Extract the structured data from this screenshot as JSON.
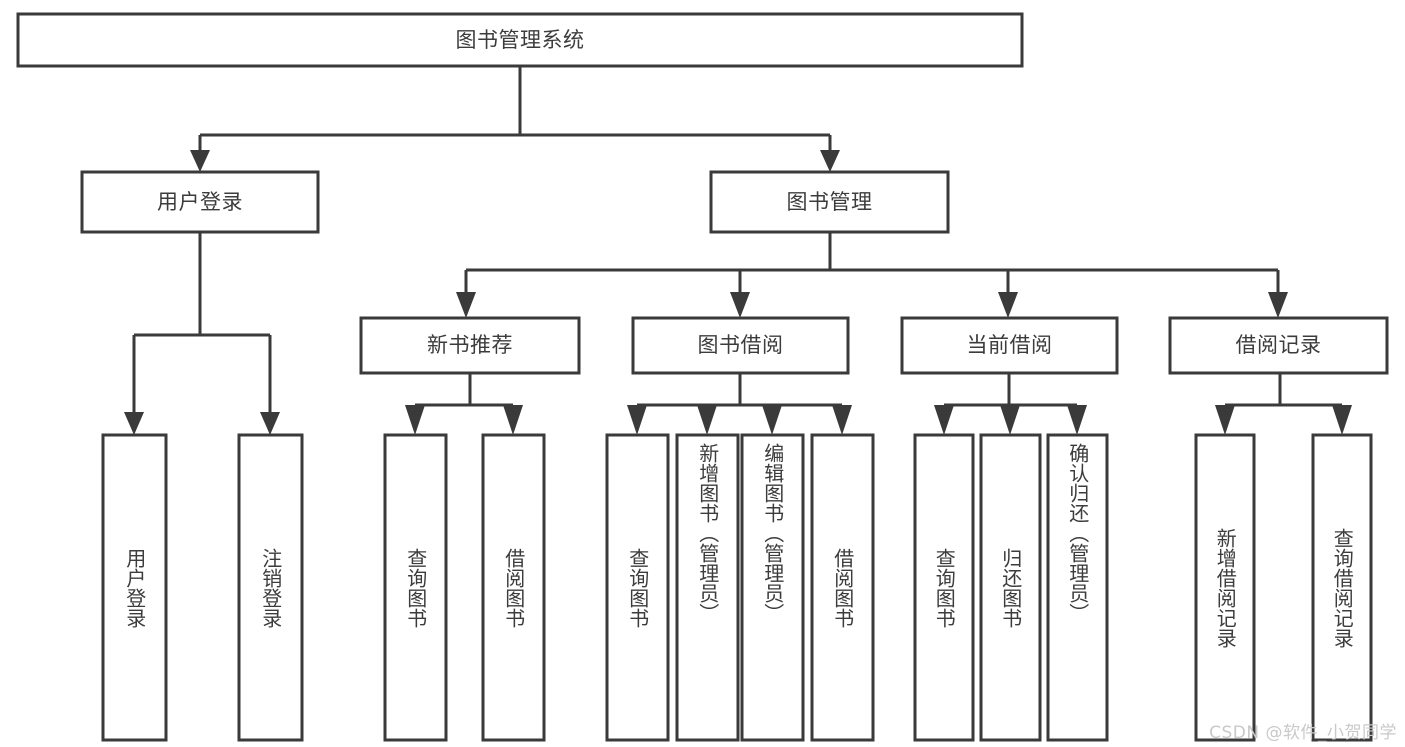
{
  "diagram": {
    "type": "tree",
    "title": "图书管理系统",
    "watermark": "CSDN @软件_小贺同学",
    "colors": {
      "box_stroke": "#3a3a3a",
      "box_fill": "#ffffff",
      "text": "#3c3c3c",
      "background": "#ffffff",
      "watermark": "#c9c9c9"
    },
    "levels": {
      "root": {
        "label": "图书管理系统"
      },
      "level2": [
        {
          "label": "用户登录"
        },
        {
          "label": "图书管理"
        }
      ],
      "level3": [
        {
          "label": "新书推荐"
        },
        {
          "label": "图书借阅"
        },
        {
          "label": "当前借阅"
        },
        {
          "label": "借阅记录"
        }
      ],
      "leaves": {
        "user_login": [
          {
            "label": "用户登录"
          },
          {
            "label": "注销登录"
          }
        ],
        "new_book_recommend": [
          {
            "label": "查询图书"
          },
          {
            "label": "借阅图书"
          }
        ],
        "book_borrow": [
          {
            "label": "查询图书"
          },
          {
            "label": "新增图书（管理员）"
          },
          {
            "label": "编辑图书（管理员）"
          },
          {
            "label": "借阅图书"
          }
        ],
        "current_borrow": [
          {
            "label": "查询图书"
          },
          {
            "label": "归还图书"
          },
          {
            "label": "确认归还（管理员）"
          }
        ],
        "borrow_record": [
          {
            "label": "新增借阅记录"
          },
          {
            "label": "查询借阅记录"
          }
        ]
      }
    }
  }
}
